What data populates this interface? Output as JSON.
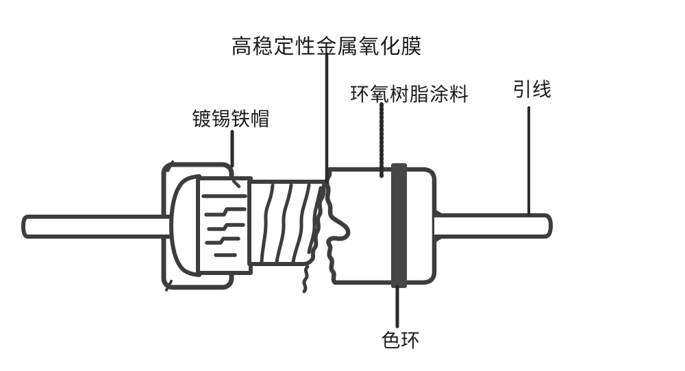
{
  "diagram": {
    "labels": {
      "metal_oxide_film": "高稳定性金属氧化膜",
      "epoxy_coating": "环氧树脂涂料",
      "lead_wire": "引线",
      "tin_plated_cap": "镀锡铁帽",
      "color_ring": "色环"
    },
    "colors": {
      "background": "#ffffff",
      "line": "#3d3d3d",
      "color_ring_fill": "#464646",
      "text": "#1c1c1c"
    }
  }
}
